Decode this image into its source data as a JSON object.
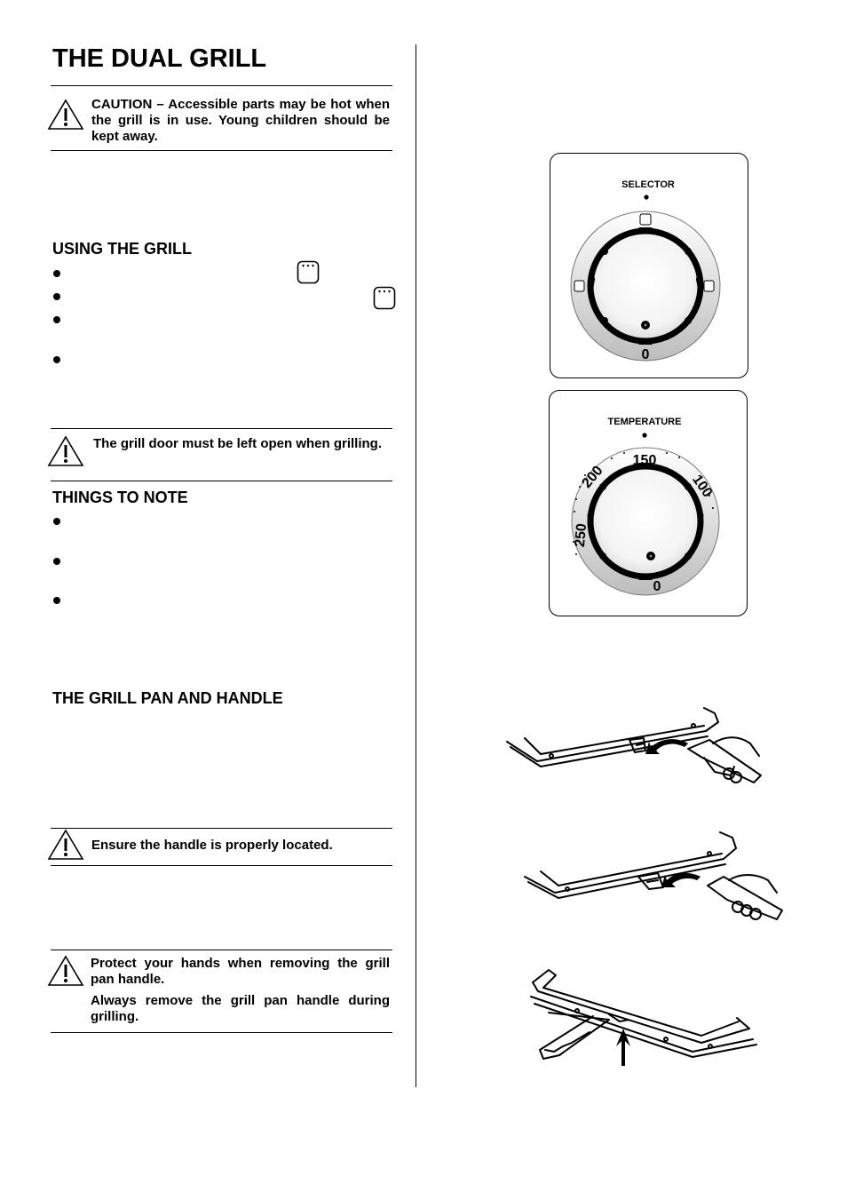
{
  "page": {
    "title": "THE DUAL GRILL"
  },
  "warnings": {
    "caution": "CAUTION – Accessible parts may be hot when the grill is in use.  Young children should be kept away.",
    "grill_door": "The grill door must be left open when grilling.",
    "handle_located": "Ensure the handle is properly located.",
    "protect_hands_1": "Protect your hands when removing the grill pan handle.",
    "protect_hands_2": "Always remove the grill pan handle during grilling."
  },
  "sections": {
    "using_grill": "USING THE GRILL",
    "things_to_note": "THINGS TO NOTE",
    "grill_pan_handle": "THE GRILL PAN AND HANDLE"
  },
  "icons": {
    "warning": "warning-triangle-icon",
    "dual_grill": "dual-grill-symbol-icon",
    "bullet": "bullet-icon"
  },
  "selector_dial": {
    "label": "SELECTOR",
    "zero": "0"
  },
  "temperature_dial": {
    "label": "TEMPERATURE",
    "marks": [
      "250",
      "200",
      "150",
      "100"
    ],
    "zero": "0"
  }
}
